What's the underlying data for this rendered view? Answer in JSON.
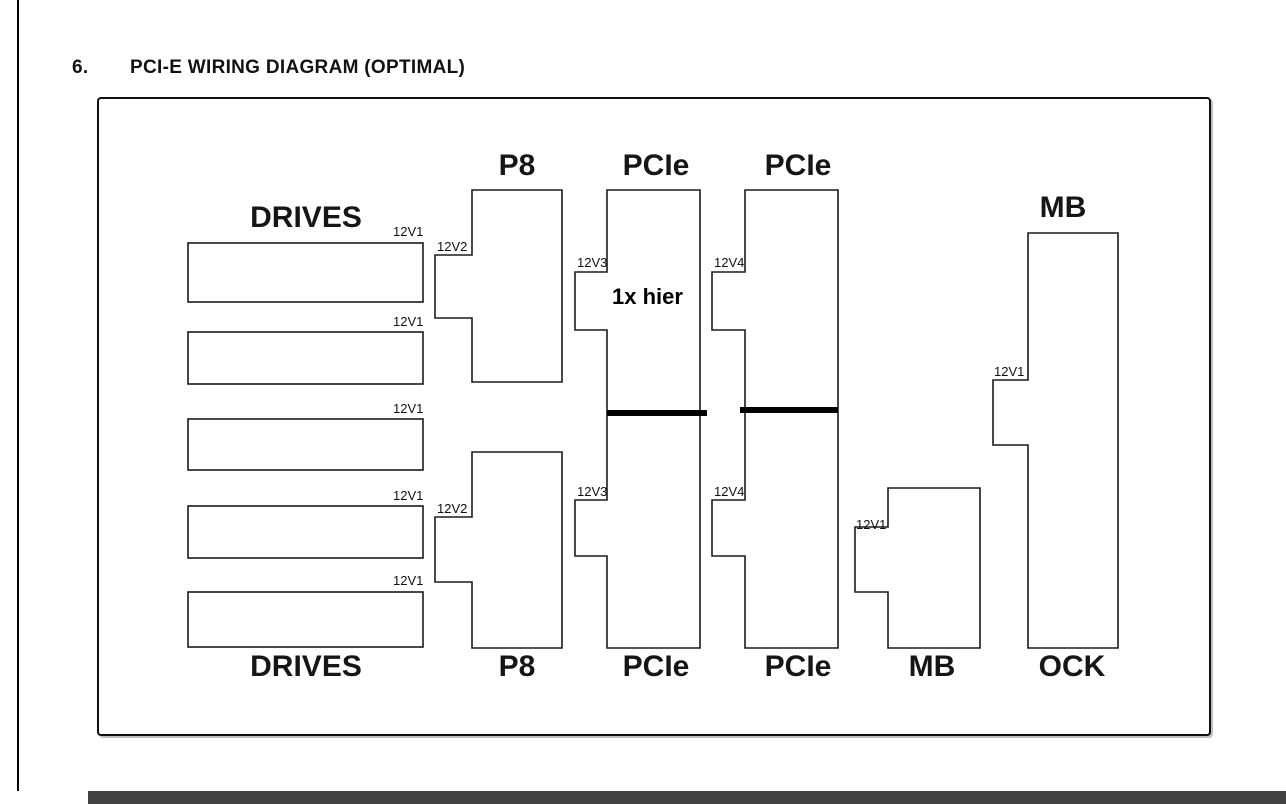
{
  "page": {
    "heading_number": "6.",
    "heading_title": "PCI-E WIRING DIAGRAM (OPTIMAL)"
  },
  "diagram": {
    "annotation": "1x hier",
    "labels": {
      "drives_top": "DRIVES",
      "drives_bottom": "DRIVES",
      "p8_top": "P8",
      "p8_bottom": "P8",
      "pcie1_top": "PCIe",
      "pcie1_bottom": "PCIe",
      "pcie2_top": "PCIe",
      "pcie2_bottom": "PCIe",
      "mb_top_right": "MB",
      "mb_bottom": "MB",
      "ock_bottom": "OCK"
    },
    "rails": {
      "drive1": "12V1",
      "drive2": "12V1",
      "drive3": "12V1",
      "drive4": "12V1",
      "drive5": "12V1",
      "p8_top": "12V2",
      "p8_bottom": "12V2",
      "pcie1_top": "12V3",
      "pcie1_bottom": "12V3",
      "pcie2_top": "12V4",
      "pcie2_bottom": "12V4",
      "mb": "12V1",
      "ock": "12V1"
    }
  }
}
